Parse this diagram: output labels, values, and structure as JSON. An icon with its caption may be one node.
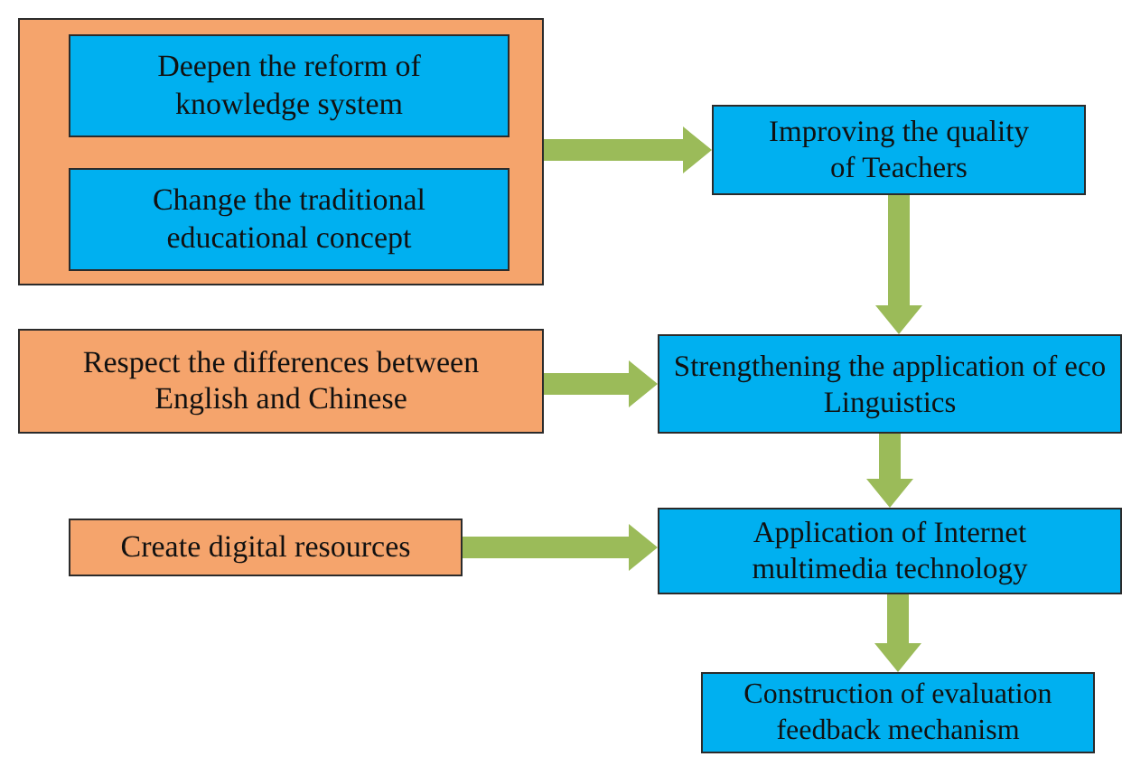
{
  "diagram": {
    "nodes": [
      {
        "text": [],
        "shape": "box"
      },
      {
        "text": [
          "Deepen the reform of knowledge system"
        ],
        "in": 0
      },
      {
        "text": [
          "Change the traditional educational concept"
        ],
        "in": 0
      },
      {
        "text": [
          "Improving the quality of Teachers"
        ]
      },
      {
        "text": [
          "Respect the differences between English and Chinese"
        ]
      },
      {
        "text": [
          "Strengthening the application of eco Linguistics"
        ]
      },
      {
        "text": [
          "Create digital resources"
        ]
      },
      {
        "text": [
          "Application of Internet multimedia technology"
        ]
      },
      {
        "text": [
          "Construction of evaluation feedback mechanism"
        ]
      }
    ],
    "edges": [
      {
        "from": 0,
        "to": 3,
        "arrow": "to"
      },
      {
        "from": 3,
        "to": 5,
        "arrow": "to"
      },
      {
        "from": 4,
        "to": 5,
        "arrow": "to"
      },
      {
        "from": 5,
        "to": 7,
        "arrow": "to"
      },
      {
        "from": 6,
        "to": 7,
        "arrow": "to"
      },
      {
        "from": 7,
        "to": 8,
        "arrow": "to"
      }
    ]
  }
}
